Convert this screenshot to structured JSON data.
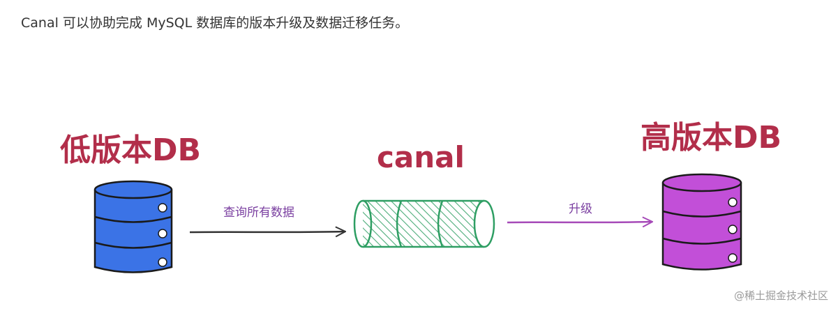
{
  "intro": {
    "text": "Canal 可以协助完成 MySQL 数据库的版本升级及数据迁移任务。"
  },
  "diagram": {
    "source": {
      "label": "低版本DB",
      "color": "#3b73e6"
    },
    "middleware": {
      "label": "canal",
      "color": "#2e9e63"
    },
    "target": {
      "label": "高版本DB",
      "color": "#c24fd8"
    },
    "arrow_query": {
      "label": "查询所有数据",
      "color": "#333333"
    },
    "arrow_upgrade": {
      "label": "升级",
      "color": "#a64ab8"
    },
    "title_color": "#b22e4a",
    "arrow_label_color": "#7a3fa0"
  },
  "watermark": {
    "text": "@稀土掘金技术社区"
  }
}
